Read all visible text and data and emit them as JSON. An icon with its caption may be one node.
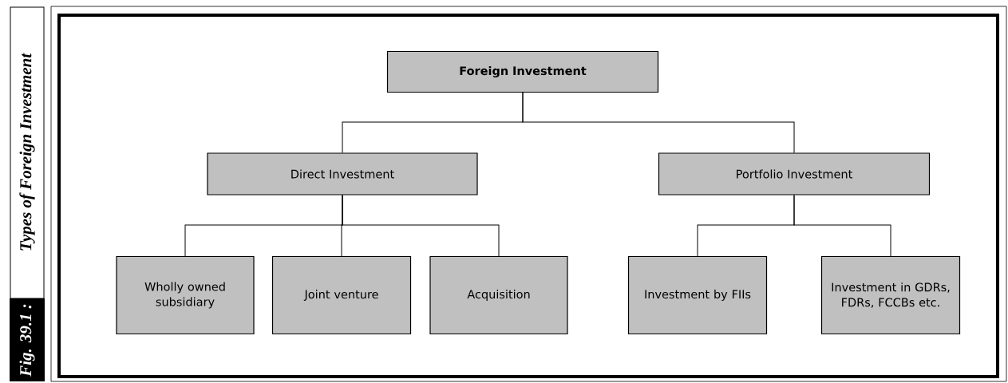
{
  "diagram": {
    "title": "Types of Foreign Investment",
    "nodes": [
      {
        "text": [
          "Foreign Investment"
        ]
      },
      {
        "text": [
          "Direct Investment"
        ]
      },
      {
        "text": [
          "Portfolio Investment"
        ]
      },
      {
        "text": [
          "Wholly owned subsidiary"
        ]
      },
      {
        "text": [
          "Joint venture"
        ]
      },
      {
        "text": [
          "Acquisition"
        ]
      },
      {
        "text": [
          "Investment by FIIs"
        ]
      },
      {
        "text": [
          "Investment in GDRs, FDRs, FCCBs etc."
        ]
      }
    ],
    "edges": [
      {
        "from": 0,
        "to": 1,
        "arrow": "none"
      },
      {
        "from": 0,
        "to": 2,
        "arrow": "none"
      },
      {
        "from": 1,
        "to": 3,
        "arrow": "none"
      },
      {
        "from": 1,
        "to": 4,
        "arrow": "none"
      },
      {
        "from": 1,
        "to": 5,
        "arrow": "none"
      },
      {
        "from": 2,
        "to": 6,
        "arrow": "none"
      },
      {
        "from": 2,
        "to": 7,
        "arrow": "none"
      }
    ],
    "labels": [
      "Fig. 39.1 :"
    ]
  }
}
